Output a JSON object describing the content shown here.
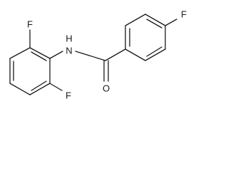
{
  "molecule": {
    "atoms": {
      "f_top_left": "F",
      "f_bottom_left": "F",
      "f_right": "F",
      "amide_n": "N",
      "amide_h": "H",
      "carbonyl_o": "O"
    }
  },
  "colors": {
    "bond": "#1a1a1a",
    "background": "#ffffff"
  }
}
